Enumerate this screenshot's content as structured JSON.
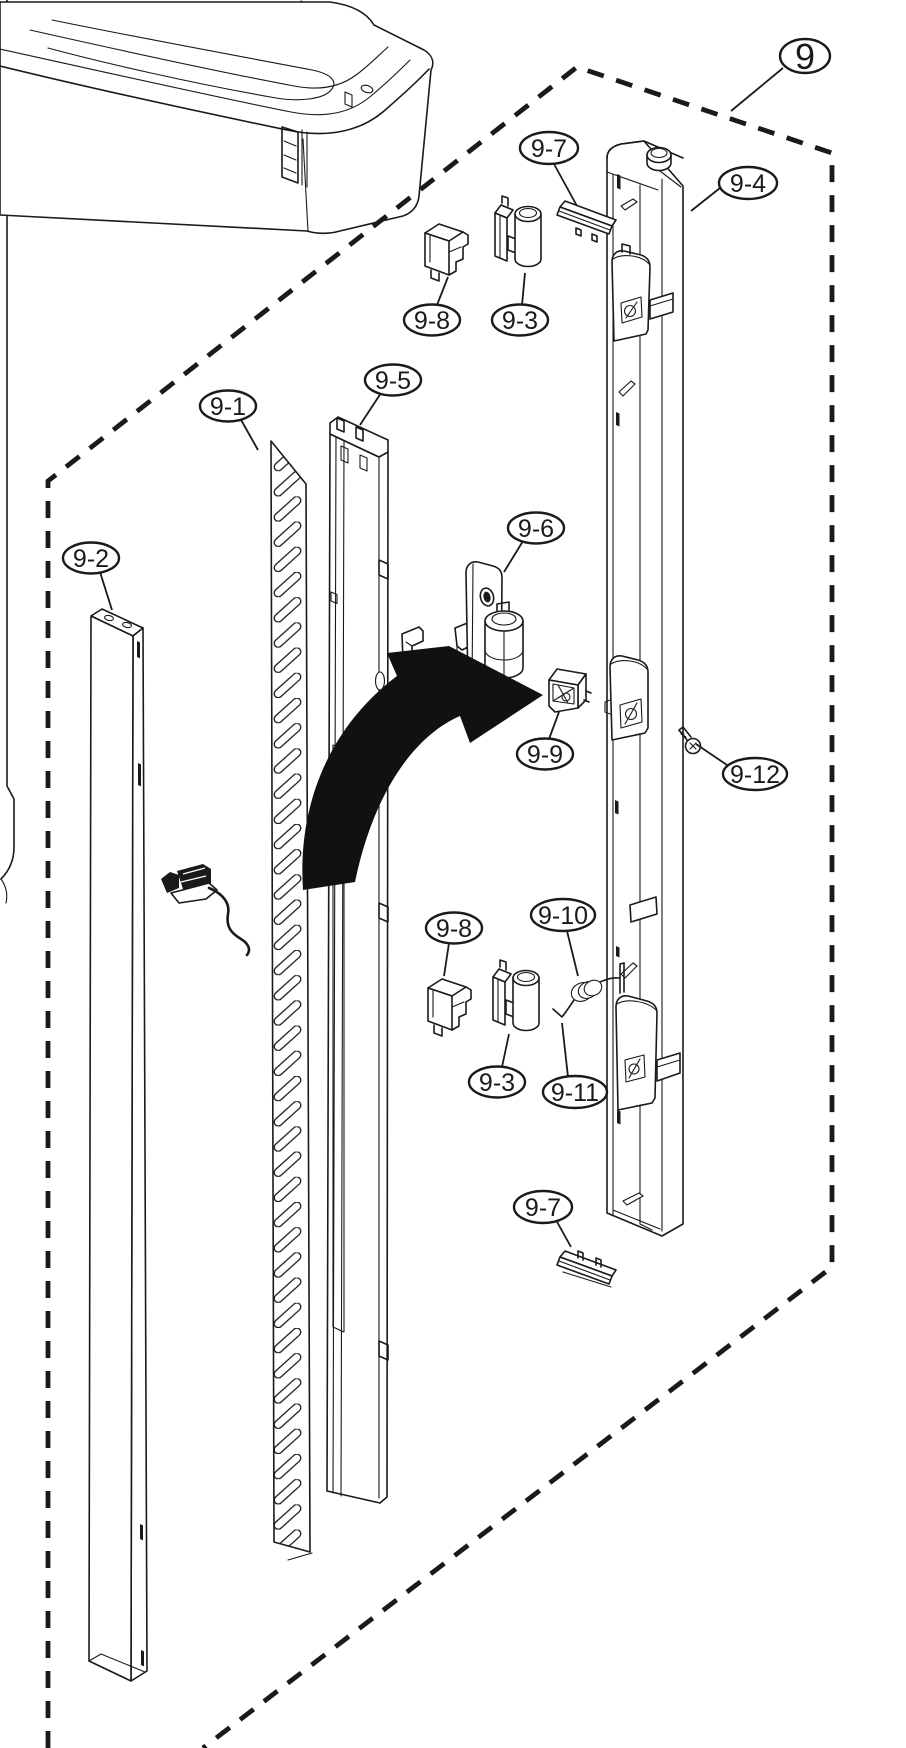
{
  "diagram": {
    "type": "exploded-parts-diagram",
    "background_color": "#ffffff",
    "line_color": "#1a1a1a",
    "assembly_callout": "9",
    "callouts": [
      {
        "id": "9",
        "text": "9"
      },
      {
        "id": "9-7-top",
        "text": "9-7"
      },
      {
        "id": "9-4",
        "text": "9-4"
      },
      {
        "id": "9-8-top",
        "text": "9-8"
      },
      {
        "id": "9-3-top",
        "text": "9-3"
      },
      {
        "id": "9-5",
        "text": "9-5"
      },
      {
        "id": "9-1",
        "text": "9-1"
      },
      {
        "id": "9-2",
        "text": "9-2"
      },
      {
        "id": "9-6",
        "text": "9-6"
      },
      {
        "id": "9-9",
        "text": "9-9"
      },
      {
        "id": "9-12",
        "text": "9-12"
      },
      {
        "id": "9-8-bottom",
        "text": "9-8"
      },
      {
        "id": "9-10",
        "text": "9-10"
      },
      {
        "id": "9-3-bottom",
        "text": "9-3"
      },
      {
        "id": "9-11",
        "text": "9-11"
      },
      {
        "id": "9-7-bottom",
        "text": "9-7"
      }
    ]
  }
}
